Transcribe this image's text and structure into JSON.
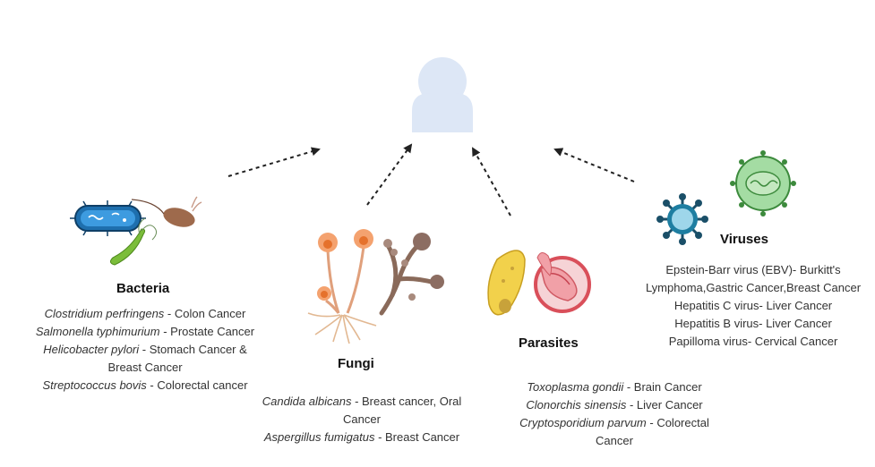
{
  "person": {
    "icon": "person-icon",
    "color": "#dde7f6"
  },
  "arrows": {
    "color": "#222222",
    "style": "dotted"
  },
  "bacteria": {
    "title": "Bacteria",
    "icon": "bacteria-icon",
    "lines": [
      {
        "italic": "Clostridium perfringens",
        "rest": " - Colon Cancer"
      },
      {
        "italic": "Salmonella typhimurium",
        "rest": " - Prostate Cancer"
      },
      {
        "italic": "Helicobacter pylori",
        "rest": " - Stomach Cancer &"
      },
      {
        "italic": "",
        "rest": "Breast Cancer"
      },
      {
        "italic": "Streptococcus bovis",
        "rest": " - Colorectal cancer"
      }
    ]
  },
  "fungi": {
    "title": "Fungi",
    "icon": "fungi-icon",
    "lines": [
      {
        "italic": "Candida albicans",
        "rest": " - Breast cancer, Oral"
      },
      {
        "italic": "",
        "rest": "Cancer"
      },
      {
        "italic": "Aspergillus fumigatus",
        "rest": " - Breast Cancer"
      }
    ]
  },
  "parasites": {
    "title": "Parasites",
    "icon": "parasite-icon",
    "lines": [
      {
        "italic": "Toxoplasma gondii",
        "rest": " - Brain Cancer"
      },
      {
        "italic": "Clonorchis sinensis",
        "rest": " - Liver Cancer"
      },
      {
        "italic": "Cryptosporidium parvum",
        "rest": " - Colorectal"
      },
      {
        "italic": "",
        "rest": "Cancer"
      }
    ]
  },
  "viruses": {
    "title": "Viruses",
    "icon": "virus-icon",
    "lines": [
      {
        "italic": "",
        "rest": "Epstein-Barr virus (EBV)- Burkitt's"
      },
      {
        "italic": "",
        "rest": "Lymphoma,Gastric Cancer,Breast Cancer"
      },
      {
        "italic": "",
        "rest": "Hepatitis C virus- Liver Cancer"
      },
      {
        "italic": "",
        "rest": "Hepatitis B virus- Liver Cancer"
      },
      {
        "italic": "",
        "rest": "Papilloma virus- Cervical Cancer"
      }
    ]
  }
}
